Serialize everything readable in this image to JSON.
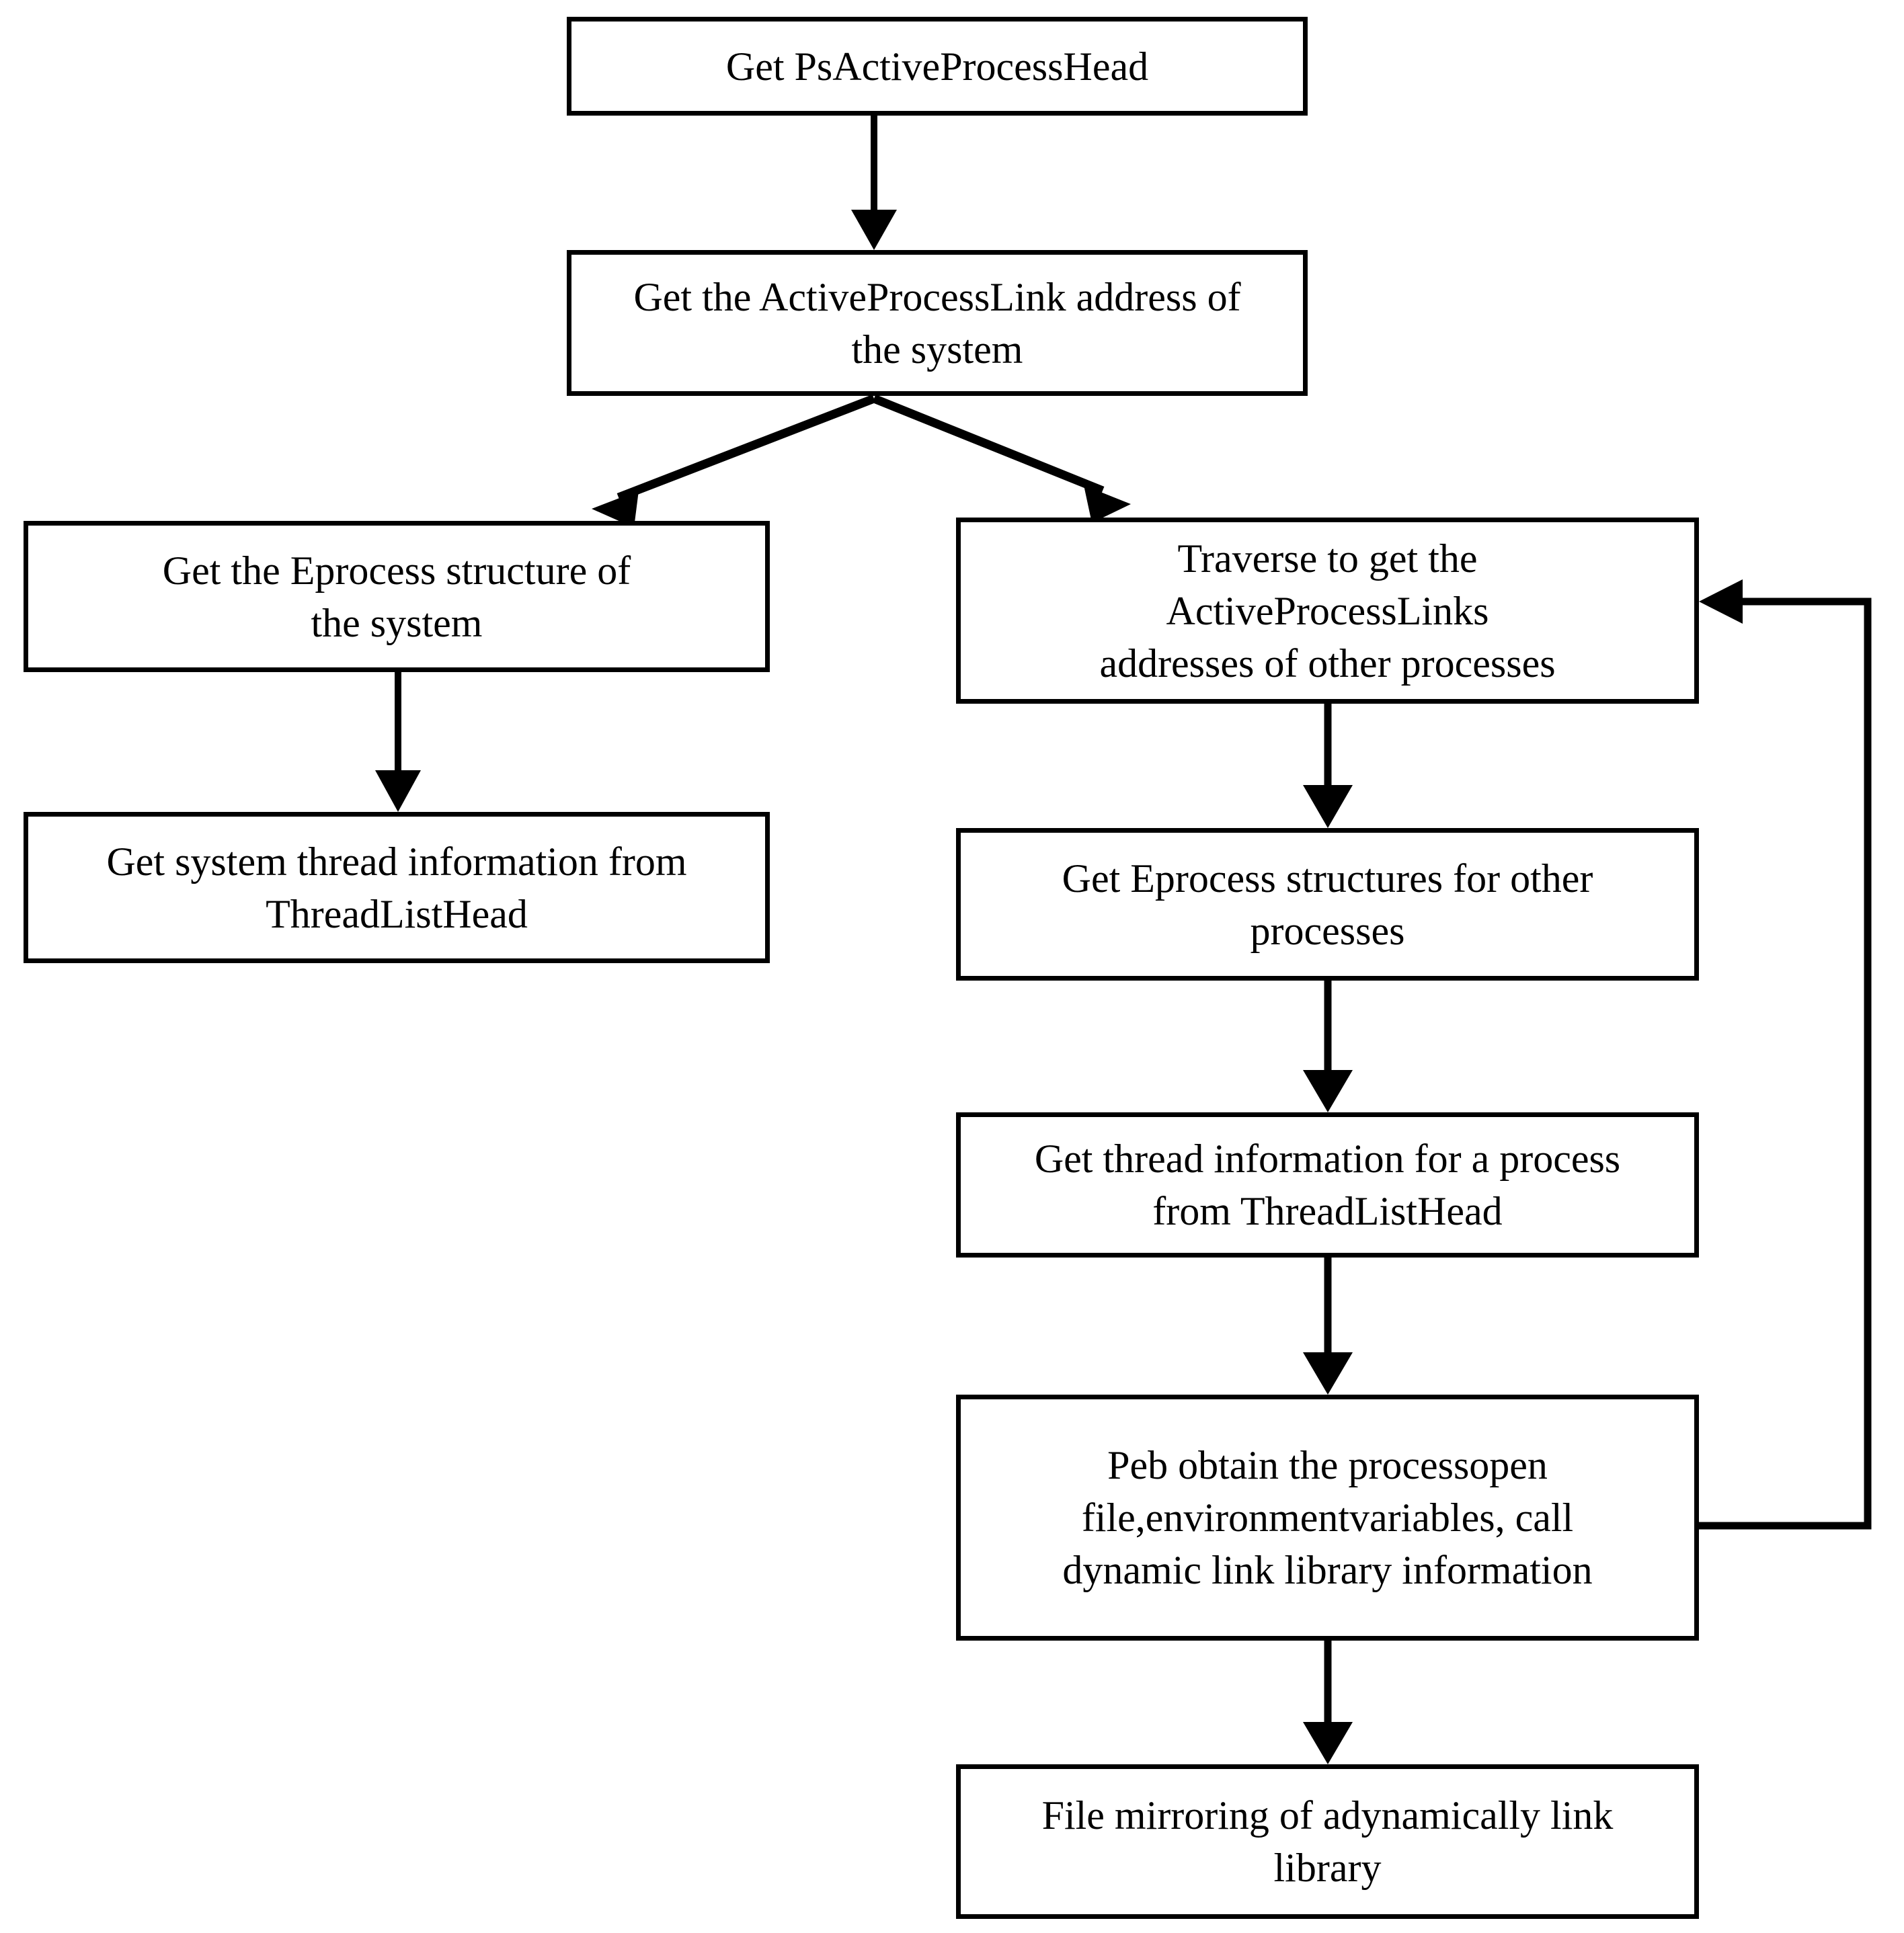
{
  "diagram": {
    "type": "flowchart",
    "orientation": "top-down",
    "background_color": "#ffffff",
    "line_color": "#000000",
    "box_fill_color": "#ffffff",
    "nodes": [
      {
        "id": "ps-active-process-head",
        "label": "Get PsActiveProcessHead",
        "lines": [
          "Get PsActiveProcessHead"
        ]
      },
      {
        "id": "active-process-link",
        "label": "Get the ActiveProcessLink address of\nthe system",
        "lines": [
          "Get the ActiveProcessLink address of",
          "the system"
        ]
      },
      {
        "id": "system-eprocess",
        "label": "Get the Eprocess structure of\nthe system",
        "lines": [
          "Get the Eprocess structure of",
          "the system"
        ]
      },
      {
        "id": "system-threads",
        "label": "Get system thread information from\nThreadListHead",
        "lines": [
          "Get system thread information from",
          "ThreadListHead"
        ]
      },
      {
        "id": "traverse-links",
        "label": "Traverse to get the\nActiveProcessLinks\naddresses of other processes",
        "lines": [
          "Traverse to get the",
          "ActiveProcessLinks",
          "addresses of other processes"
        ]
      },
      {
        "id": "other-eprocess",
        "label": "Get Eprocess structures for other\nprocesses",
        "lines": [
          "Get Eprocess structures for other",
          "processes"
        ]
      },
      {
        "id": "process-threads",
        "label": "Get thread information for a process\nfrom ThreadListHead",
        "lines": [
          "Get thread information for a process",
          "from ThreadListHead"
        ]
      },
      {
        "id": "peb-info",
        "label": "Peb obtain the processopen\nfile,environmentvariables,  call\ndynamic link library  information",
        "lines": [
          "Peb obtain the processopen",
          "file,environmentvariables,  call",
          "dynamic link library  information"
        ]
      },
      {
        "id": "file-mirroring",
        "label": "File mirroring of adynamically link\nlibrary",
        "lines": [
          "File mirroring of adynamically link",
          "library"
        ]
      }
    ],
    "edges": [
      {
        "id": "edge-head-to-link",
        "from": "ps-active-process-head",
        "to": "active-process-link",
        "style": "straight-down",
        "arrow": true
      },
      {
        "id": "edge-link-to-system-eprocess",
        "from": "active-process-link",
        "to": "system-eprocess",
        "style": "diagonal-left",
        "arrow": true
      },
      {
        "id": "edge-link-to-traverse",
        "from": "active-process-link",
        "to": "traverse-links",
        "style": "diagonal-right",
        "arrow": true
      },
      {
        "id": "edge-system-eprocess-to-threads",
        "from": "system-eprocess",
        "to": "system-threads",
        "style": "straight-down",
        "arrow": true
      },
      {
        "id": "edge-traverse-to-other-eprocess",
        "from": "traverse-links",
        "to": "other-eprocess",
        "style": "straight-down",
        "arrow": true
      },
      {
        "id": "edge-other-eprocess-to-threads",
        "from": "other-eprocess",
        "to": "process-threads",
        "style": "straight-down",
        "arrow": true
      },
      {
        "id": "edge-threads-to-peb",
        "from": "process-threads",
        "to": "peb-info",
        "style": "straight-down",
        "arrow": true
      },
      {
        "id": "edge-peb-to-file-mirroring",
        "from": "peb-info",
        "to": "file-mirroring",
        "style": "straight-down",
        "arrow": true
      },
      {
        "id": "edge-peb-loop-back-to-traverse",
        "from": "peb-info",
        "to": "traverse-links",
        "style": "feedback-loop-right",
        "arrow": true
      }
    ]
  }
}
